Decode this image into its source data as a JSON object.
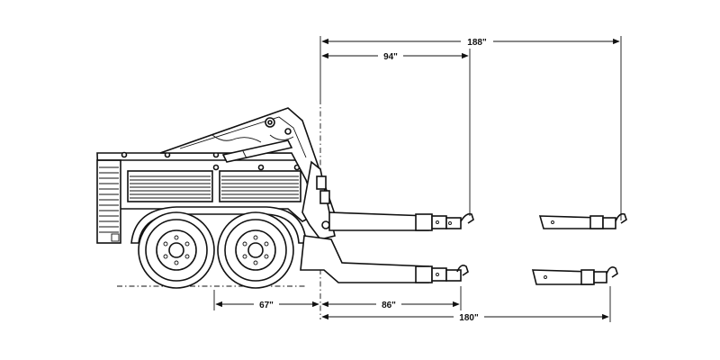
{
  "dimensions": {
    "d188": "188\"",
    "d94": "94\"",
    "d67": "67\"",
    "d86": "86\"",
    "d180": "180\""
  },
  "colors": {
    "ink": "#111111",
    "background": "#ffffff"
  }
}
